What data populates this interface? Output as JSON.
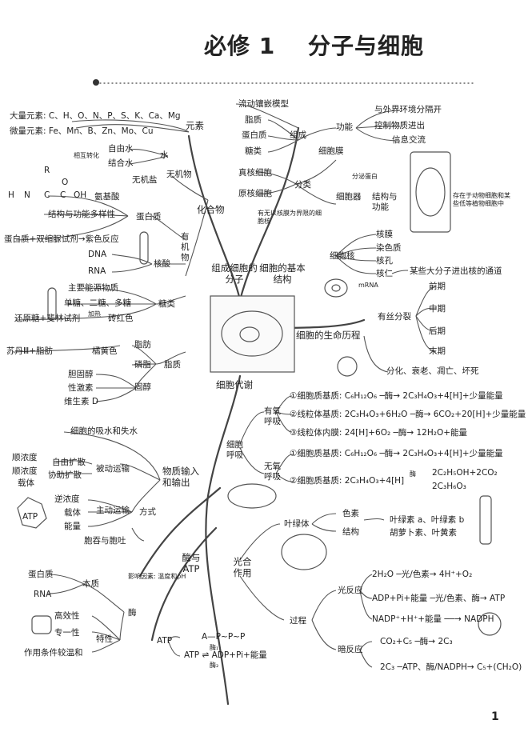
{
  "header": {
    "title": "必修 1",
    "subtitle": "分子与细胞"
  },
  "page_number": "1",
  "left": {
    "yuansu": "元素",
    "daliang": "大量元素: C、H、O、N、P、S、K、Ca、Mg",
    "weiliang": "微量元素: Fe、Mn、B、Zn、Mo、Cu",
    "shui": "水",
    "ziyoushui": "自由水",
    "jiehe": "结合水",
    "zhuanhua": "相互转化",
    "wujiyan": "无机盐",
    "wujiwu": "无机物",
    "huahewu": "化合物",
    "anjisuan": "氨基酸",
    "jiegou_gongneng": "结构与功能多样性",
    "danbaizhi": "蛋白质",
    "shuangsuo": "蛋白质+双缩脲试剂→紫色反应",
    "youjiwu": "有机物",
    "dna": "DNA",
    "rna": "RNA",
    "hesuan": "核酸",
    "nengyuan": "主要能源物质",
    "dantang": "单糖、二糖、多糖",
    "tanglei": "糖类",
    "huanyuantang": "还原糖+斐林试剂",
    "jiare": "加热",
    "zhuanhong": "砖红色",
    "sudan": "苏丹Ⅲ+脂肪",
    "juhuang": "橘黄色",
    "zhifang": "脂肪",
    "linzhi": "磷脂",
    "zhizhi": "脂质",
    "danguchun": "胆固醇",
    "xingjisu": "性激素",
    "guchun": "固醇",
    "weishengsu": "维生素 D",
    "amino_H": "H",
    "amino_N": "N",
    "amino_C": "C",
    "amino_O": "O",
    "amino_OH": "OH",
    "amino_R": "R"
  },
  "center": {
    "zucheng": "组成细胞的分子",
    "jiben": "细胞的基本结构",
    "lishi": "细胞的生命历程",
    "daixie": "细胞代谢"
  },
  "right_top": {
    "liudong": "流动镶嵌模型",
    "zhizhi": "脂质",
    "danbai": "蛋白质",
    "tanglei": "糖类",
    "zucheng": "组成",
    "gongneng": "功能",
    "waijie": "与外界环境分隔开",
    "kongzhi": "控制物质进出",
    "xinxi": "信息交流",
    "ximoban": "细胞膜",
    "zhenhe": "真核细胞",
    "yuanhe": "原核细胞",
    "fenlei": "分类",
    "youwu": "有无以核膜为界限的细胞核",
    "fenmi": "分泌蛋白",
    "xibaoqi": "细胞器",
    "jiegou_gn": "结构与功能",
    "cunzai": "存在于动物细胞和某些低等植物细胞中",
    "hemo": "核膜",
    "ranse": "染色质",
    "hekong": "核孔",
    "heren": "核仁",
    "xibaohe": "细胞核",
    "dafenzi": "某些大分子进出核的通道",
    "mrna": "mRNA"
  },
  "right_mid": {
    "yousi": "有丝分裂",
    "qianqi": "前期",
    "zhongqi": "中期",
    "houqi": "后期",
    "moqi": "末期",
    "fenhua": "分化、衰老、凋亡、坏死"
  },
  "respiration": {
    "youyang": "有氧呼吸",
    "xibao_huxi": "细胞呼吸",
    "wuyang": "无氧呼吸",
    "r1": "①细胞质基质: C₆H₁₂O₆ ─酶→ 2C₃H₄O₃+4[H]+少量能量",
    "r2": "②线粒体基质: 2C₃H₄O₃+6H₂O ─酶→ 6CO₂+20[H]+少量能量",
    "r3": "③线粒体内膜: 24[H]+6O₂ ─酶→ 12H₂O+能量",
    "a1": "①细胞质基质: C₆H₁₂O₆ ─酶→ 2C₃H₄O₃+4[H]+少量能量",
    "a2": "②细胞质基质: 2C₃H₄O₃+4[H]",
    "a2p1": "2C₂H₅OH+2CO₂",
    "a2p2": "2C₃H₆O₃",
    "mei": "酶"
  },
  "transport": {
    "xishou": "细胞的吸水和失水",
    "shunnongdu": "顺浓度",
    "ziyoukuosan": "自由扩散",
    "xiezhu": "协助扩散",
    "zaiti": "载体",
    "beidong": "被动运输",
    "wuzhi": "物质输入和输出",
    "ninongdu": "逆浓度",
    "zaiti2": "载体",
    "nengliang": "能量",
    "zhudong": "主动运输",
    "fangshi": "方式",
    "baotun": "胞吞与胞吐",
    "atp": "ATP"
  },
  "enzyme": {
    "mei_atp": "酶与ATP",
    "yingxiang": "影响因素: 温度和pH",
    "danbaizhi": "蛋白质",
    "rna": "RNA",
    "benzhi": "本质",
    "mei": "酶",
    "gaoxiao": "高效性",
    "zhuanyi": "专一性",
    "texing": "特性",
    "wenhe": "作用条件较温和",
    "atp": "ATP",
    "atp_struct": "A—P~P~P",
    "atp_eq": "ATP ⇌ ADP+Pi+能量",
    "mei1": "酶₁",
    "mei2": "酶₂"
  },
  "photo": {
    "guanghe": "光合作用",
    "yelv": "叶绿体",
    "sesu": "色素",
    "jiegou": "结构",
    "yelvsu": "叶绿素 a、叶绿素 b",
    "huluobo": "胡萝卜素、叶黄素",
    "guofanying": "光反应",
    "guocheng": "过程",
    "anfanying": "暗反应",
    "p1": "2H₂O ─光/色素→ 4H⁺+O₂",
    "p2": "ADP+Pi+能量 ─光/色素、酶→ ATP",
    "p3": "NADP⁺+H⁺+能量 ──→ NADPH",
    "p4": "CO₂+C₅ ─酶→ 2C₃",
    "p5": "2C₃ ─ATP、酶/NADPH→ C₅+(CH₂O)"
  },
  "colors": {
    "ink": "#222222",
    "line": "#555555",
    "branch": "#444444"
  }
}
